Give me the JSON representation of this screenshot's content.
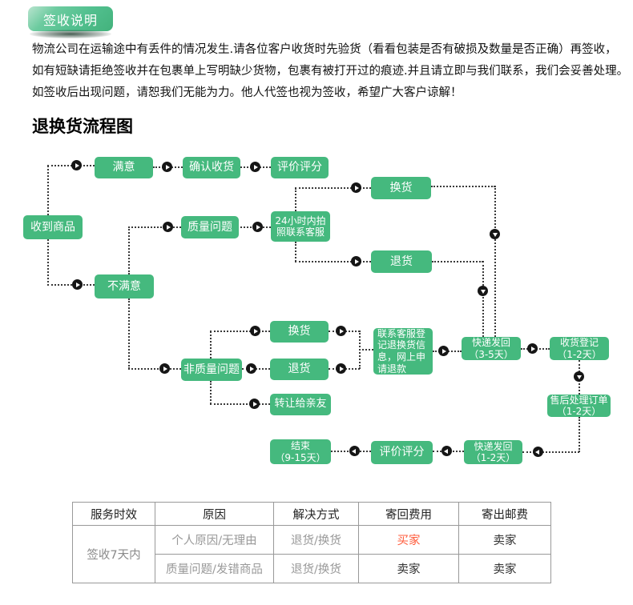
{
  "badge": "签收说明",
  "notice_lines": [
    "物流公司在运输途中有丢件的情况发生.请各位客户收货时先验货（看看包装是否有破损及数量是否正确）再签收，",
    "如有短缺请拒绝签收并在包裹单上写明缺少货物，包裹有被打开过的痕迹.并且请立即与我们联系，我们会妥善处理。",
    "如签收后出现问题，请恕我们无能为力。他人代签也视为签收，希望广大客户谅解！"
  ],
  "flow_title": "退换货流程图",
  "flow": {
    "nodes": {
      "receive": "收到商品",
      "satisfied": "满意",
      "confirm": "确认收货",
      "rate_top": "评价评分",
      "quality": "质量问题",
      "photo24": "24小时内拍\n照联系客服",
      "exchange_top": "换货",
      "return_top": "退货",
      "unsatisfied": "不满意",
      "exchange_mid": "换货",
      "nonquality": "非质量问题",
      "return_mid": "退货",
      "transfer": "转让给亲友",
      "contact": "联系客服登\n记退换货信\n息，网上申\n请退款",
      "courier35": "快递发回\n（3-5天）",
      "register12": "收货登记\n（1-2天）",
      "aftersale": "售后处理订单\n（1-2天）",
      "end915": "结束\n（9-15天）",
      "rate_bottom": "评价评分",
      "courier12": "快递发回\n（1-2天）"
    }
  },
  "table": {
    "headers": [
      "服务时效",
      "原因",
      "解决方式",
      "寄回费用",
      "寄出邮费"
    ],
    "service_time": "签收7天内",
    "rows": [
      {
        "reason": "个人原因/无理由",
        "solution": "退货/换货",
        "return_fee": "买家",
        "send_fee": "卖家"
      },
      {
        "reason": "质量问题/发错商品",
        "solution": "退货/换货",
        "return_fee": "卖家",
        "send_fee": "卖家"
      }
    ]
  },
  "colors": {
    "node-green": "#45B97E",
    "badge-green": "#52C08F",
    "line-dark": "#3a3a3a",
    "table-border": "#999999",
    "highlight-red": "#FF5C3C"
  }
}
